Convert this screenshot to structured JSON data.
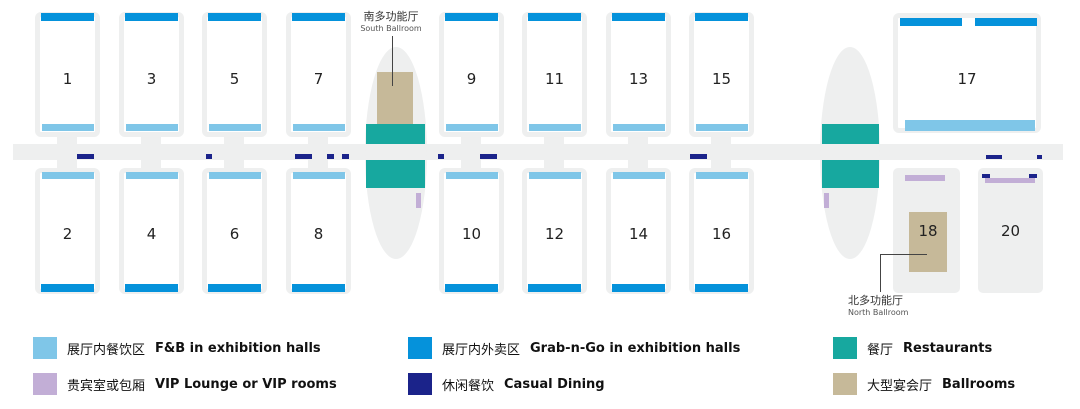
{
  "halls": {
    "h1": "1",
    "h2": "2",
    "h3": "3",
    "h4": "4",
    "h5": "5",
    "h6": "6",
    "h7": "7",
    "h8": "8",
    "h9": "9",
    "h10": "10",
    "h11": "11",
    "h12": "12",
    "h13": "13",
    "h14": "14",
    "h15": "15",
    "h16": "16",
    "h17": "17",
    "h18": "18",
    "h20": "20"
  },
  "south_ballroom": {
    "cn": "南多功能厅",
    "en": "South Ballroom"
  },
  "north_ballroom": {
    "cn": "北多功能厅",
    "en": "North Ballroom"
  },
  "legend": [
    {
      "cn": "展厅内餐饮区",
      "en": "F&B in exhibition halls",
      "color": "#7fc6e8"
    },
    {
      "cn": "展厅内外卖区",
      "en": "Grab-n-Go in exhibition halls",
      "color": "#0592db"
    },
    {
      "cn": "餐厅",
      "en": "Restaurants",
      "color": "#17a89f"
    },
    {
      "cn": "贵宾室或包厢",
      "en": "VIP Lounge or VIP rooms",
      "color": "#c2aed6"
    },
    {
      "cn": "休闲餐饮",
      "en": "Casual Dining",
      "color": "#1b238a"
    },
    {
      "cn": "大型宴会厅",
      "en": "Ballrooms",
      "color": "#c6b999"
    }
  ]
}
